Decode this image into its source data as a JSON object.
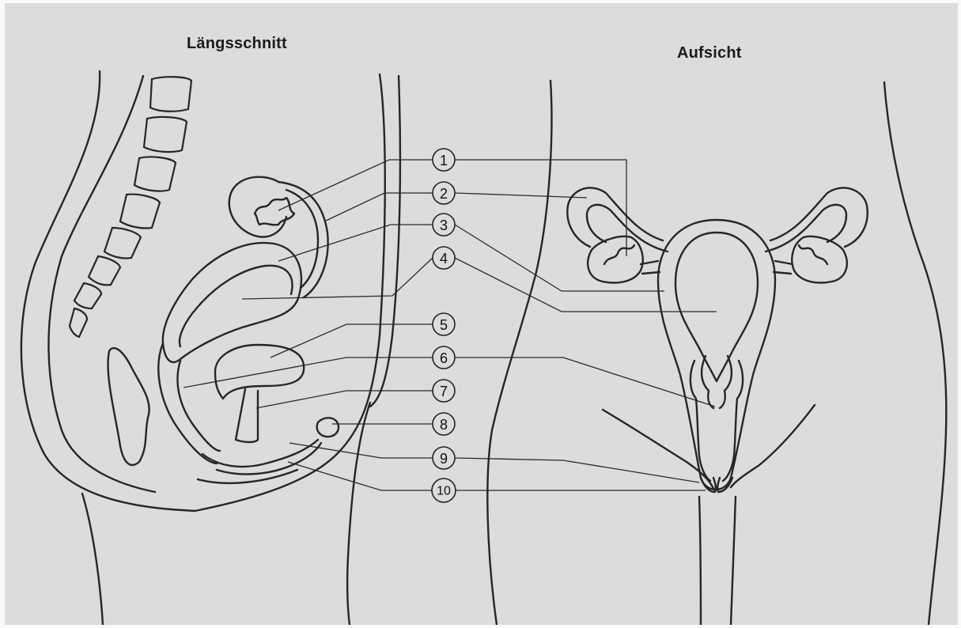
{
  "titles": {
    "left": "Längsschnitt",
    "right": "Aufsicht"
  },
  "labels": [
    "1",
    "2",
    "3",
    "4",
    "5",
    "6",
    "7",
    "8",
    "9",
    "10"
  ],
  "colors": {
    "paper": "#dcdcda",
    "ink": "#262626"
  }
}
